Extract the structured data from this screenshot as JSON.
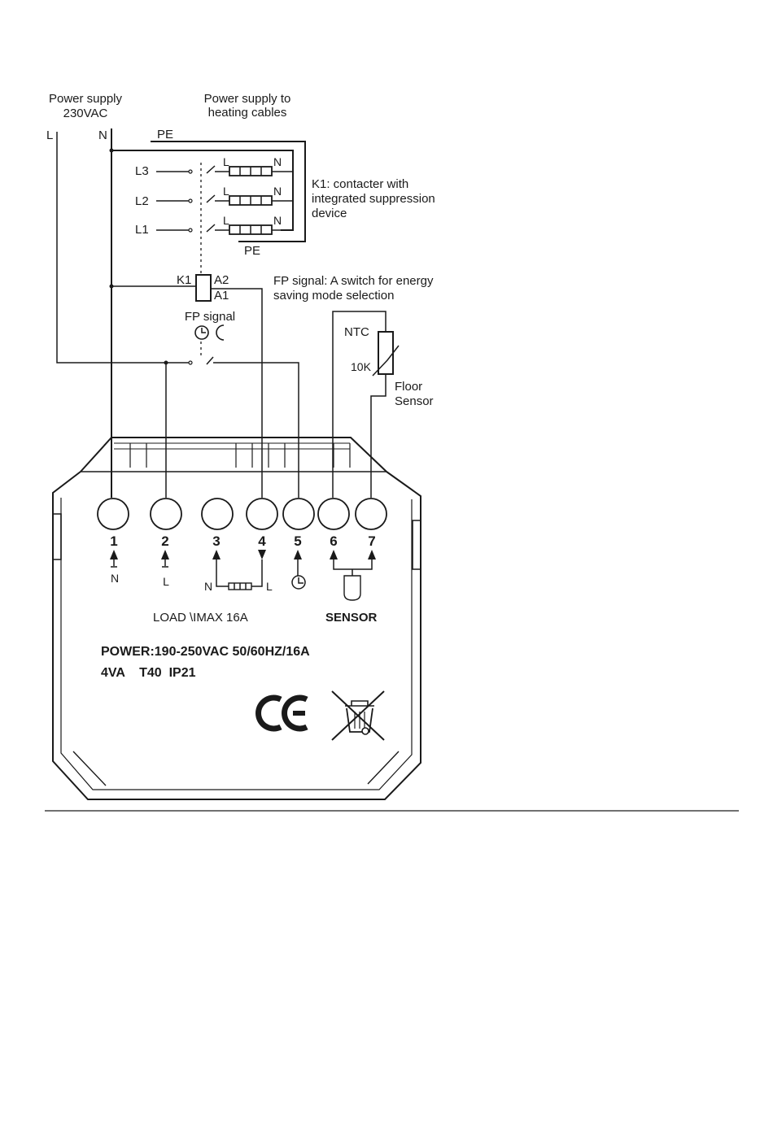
{
  "labels": {
    "power_supply_1": "Power supply",
    "power_supply_2": "230VAC",
    "heating_1": "Power supply to",
    "heating_2": "heating cables",
    "L": "L",
    "N": "N",
    "PE_top": "PE",
    "PE_bottom": "PE",
    "L3": "L3",
    "L2": "L2",
    "L1": "L1",
    "coil_L": "L",
    "coil_N": "N",
    "k1_1": "K1: contacter with",
    "k1_2": "integrated suppression",
    "k1_3": "device",
    "K1": "K1",
    "A2": "A2",
    "A1": "A1",
    "fp_note_1": "FP signal: A switch for energy",
    "fp_note_2": "saving mode selection",
    "fp_signal": "FP signal",
    "ntc": "NTC",
    "ntc_value": "10K",
    "floor_1": "Floor",
    "floor_2": "Sensor"
  },
  "terminals": [
    "1",
    "2",
    "3",
    "4",
    "5",
    "6",
    "7"
  ],
  "terminal_sub": {
    "t1": "N",
    "t2": "L",
    "load_N": "N",
    "load_L": "L"
  },
  "device": {
    "load": "LOAD \\IMAX 16A",
    "sensor": "SENSOR",
    "power_line1": "POWER:190-250VAC 50/60HZ/16A",
    "power_line2": "4VA    T40  IP21",
    "ce": "CE"
  },
  "icons": {
    "clock": "clock-icon",
    "moon": "moon-icon",
    "weee": "crossed-bin-icon",
    "ce": "ce-mark-icon"
  }
}
